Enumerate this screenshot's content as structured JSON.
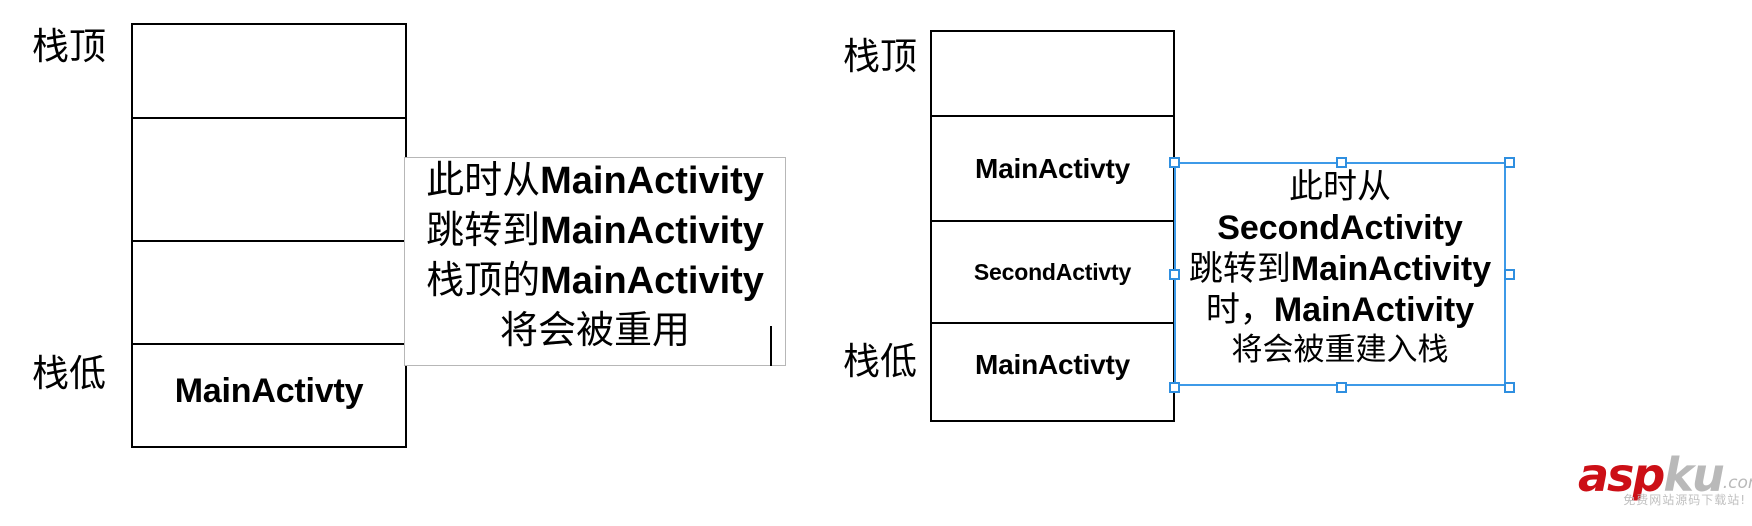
{
  "diagram": {
    "title_left": "",
    "title_right": "",
    "colors": {
      "stack_border": "#000000",
      "textbox_border_left": "#b7b7b7",
      "textbox_border_right": "#3d9ae8",
      "selection_handle": "#2f8fe0",
      "text": "#000000"
    }
  },
  "left_panel": {
    "top_label": "栈顶",
    "bottom_label": "栈低",
    "stack_cells": [
      {
        "label": ""
      },
      {
        "label": ""
      },
      {
        "label": ""
      },
      {
        "label": "MainActivty"
      }
    ],
    "annotation": {
      "selected": false,
      "lines": [
        {
          "cjk_prefix": "此时从",
          "latin": "MainActivity",
          "cjk_suffix": ""
        },
        {
          "cjk_prefix": "跳转到",
          "latin": "MainActivity",
          "cjk_suffix": ""
        },
        {
          "cjk_prefix": "栈顶的",
          "latin": "MainActivity",
          "cjk_suffix": ""
        },
        {
          "cjk_prefix": "将会被重用",
          "latin": "",
          "cjk_suffix": ""
        }
      ],
      "has_text_caret": true
    }
  },
  "right_panel": {
    "top_label": "栈顶",
    "bottom_label": "栈低",
    "stack_cells": [
      {
        "label": ""
      },
      {
        "label": "MainActivty"
      },
      {
        "label": "SecondActivty"
      },
      {
        "label": "MainActivty"
      }
    ],
    "annotation": {
      "selected": true,
      "lines": [
        {
          "cjk_prefix": "此时从",
          "latin": "",
          "cjk_suffix": ""
        },
        {
          "cjk_prefix": "",
          "latin": "SecondActivity",
          "cjk_suffix": ""
        },
        {
          "cjk_prefix": "跳转到",
          "latin": "MainActivity",
          "cjk_suffix": ""
        },
        {
          "cjk_prefix": "时，",
          "latin": "MainActivity",
          "cjk_suffix": ""
        },
        {
          "cjk_prefix": "将会被重建入栈",
          "latin": "",
          "cjk_suffix": ""
        }
      ],
      "handles": [
        "top-left",
        "top-center",
        "top-right",
        "middle-left",
        "middle-right",
        "bottom-left",
        "bottom-center",
        "bottom-right"
      ]
    }
  },
  "watermark": {
    "part_asp": "asp",
    "part_ku": "ku",
    "part_com": ".com",
    "subtitle": "免费网站源码下载站!"
  }
}
